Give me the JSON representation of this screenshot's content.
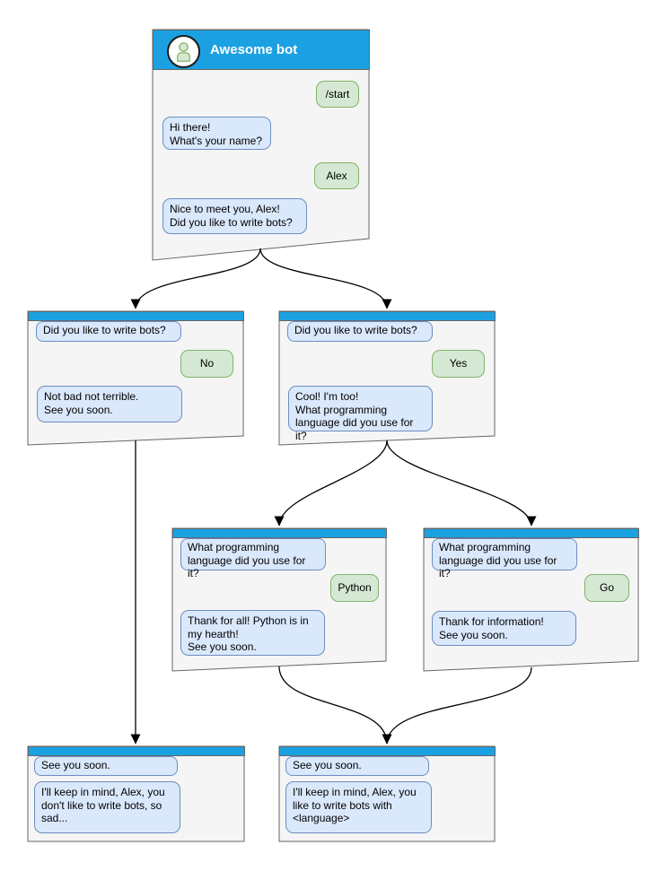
{
  "diagram": {
    "type": "bot-conversation-flowchart",
    "colors": {
      "window_header": "#1ba1e2",
      "window_body": "#f5f5f5",
      "window_border": "#666666",
      "bot_bubble_fill": "#dae8fc",
      "bot_bubble_border": "#6c8ebf",
      "user_bubble_fill": "#d5e8d4",
      "user_bubble_border": "#82b366",
      "edge": "#000000"
    },
    "windows": {
      "root": {
        "title": "Awesome bot",
        "avatar_icon": "person-icon",
        "user_start": "/start",
        "bot_greeting": "Hi there!\nWhat's your name?",
        "user_name": "Alex",
        "bot_question": "Nice to meet you, Alex!\nDid you like to write bots?"
      },
      "no_branch": {
        "question_echo": "Did you like to write bots?",
        "user_answer": "No",
        "bot_reply": "Not bad not terrible.\nSee you soon."
      },
      "yes_branch": {
        "question_echo": "Did you like to write bots?",
        "user_answer": "Yes",
        "bot_reply": "Cool! I'm too!\nWhat programming\nlanguage did you use for it?"
      },
      "python_branch": {
        "question_echo": "What programming\nlanguage did you use for it?",
        "user_answer": "Python",
        "bot_reply": "Thank for all! Python is in\nmy hearth!\nSee you soon."
      },
      "go_branch": {
        "question_echo": "What programming\nlanguage did you use for it?",
        "user_answer": "Go",
        "bot_reply": "Thank for information!\nSee you soon."
      },
      "end_no": {
        "question_echo": "See you soon.",
        "bot_reply": "I'll keep in mind, Alex, you\ndon't like to write bots, so\nsad..."
      },
      "end_yes": {
        "question_echo": "See you soon.",
        "bot_reply": "I'll keep in mind, Alex, you\nlike to write bots with\n<language>"
      }
    }
  }
}
